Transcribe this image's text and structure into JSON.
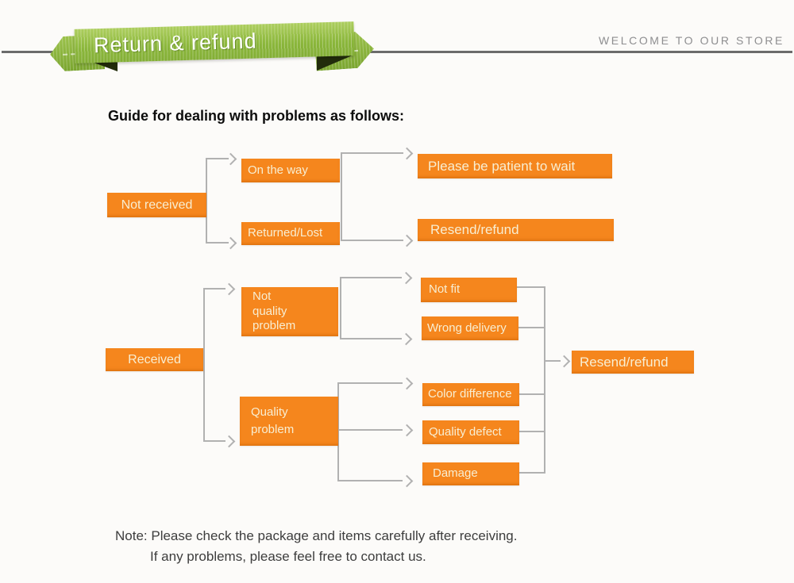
{
  "header": {
    "title": "Return & refund",
    "welcome": "WELCOME TO OUR STORE"
  },
  "heading": "Guide for dealing with problems as follows:",
  "flow": {
    "not_received": "Not received",
    "on_the_way": "On the way",
    "returned_lost": "Returned/Lost",
    "please_wait": "Please be patient to wait",
    "resend_refund_top": "Resend/refund",
    "received": "Received",
    "not_quality_problem": "Not\nquality\nproblem",
    "quality_problem": "Quality\nproblem",
    "not_fit": "Not fit",
    "wrong_delivery": "Wrong delivery",
    "color_difference": "Color difference",
    "quality_defect": "Quality defect",
    "damage": "Damage",
    "resend_refund_final": "Resend/refund"
  },
  "note": {
    "line1": "Note: Please check the package and items carefully after receiving.",
    "line2": "If any problems, please feel free to contact us."
  },
  "colors": {
    "box_orange": "#F5861D",
    "box_text_cream": "#F8EED2",
    "ribbon_green": "#8CB83C",
    "ribbon_fold_dark": "#222C0B",
    "connector_gray": "#B1B1B1",
    "divider_gray": "#6B6B6B",
    "welcome_gray": "#8E8E90",
    "note_gray": "#3D3D3D"
  }
}
